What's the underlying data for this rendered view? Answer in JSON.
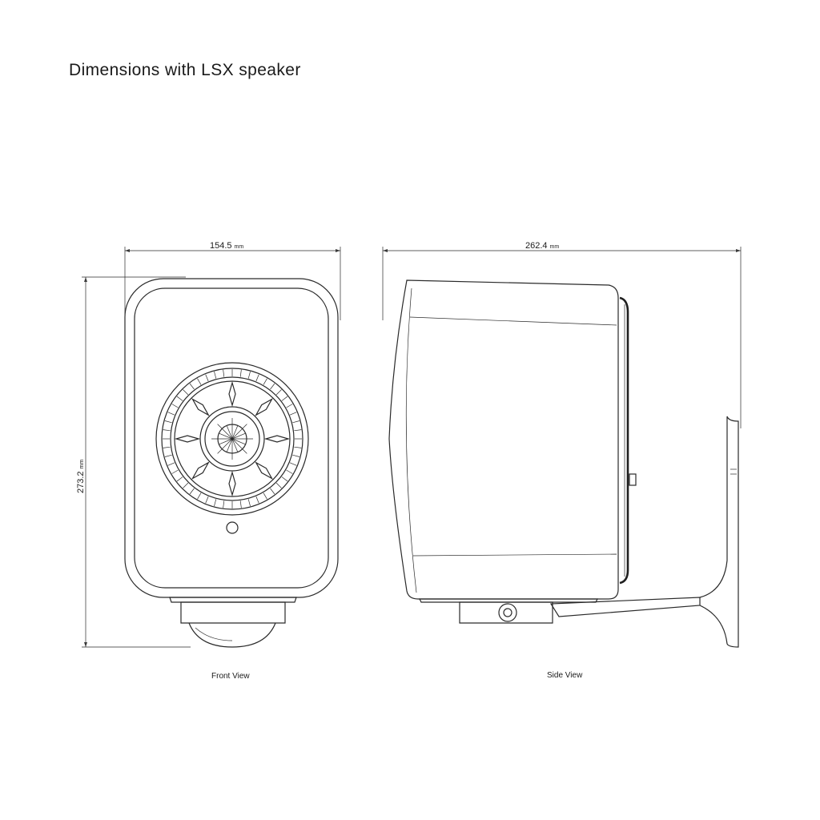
{
  "title": "Dimensions with LSX speaker",
  "dimensions": {
    "front_width": {
      "value": "154.5",
      "unit": "mm"
    },
    "side_depth": {
      "value": "262.4",
      "unit": "mm"
    },
    "height": {
      "value": "273.2",
      "unit": "mm"
    }
  },
  "views": {
    "front": "Front View",
    "side": "Side View"
  },
  "colors": {
    "line": "#2a2a2a",
    "background": "#ffffff"
  }
}
